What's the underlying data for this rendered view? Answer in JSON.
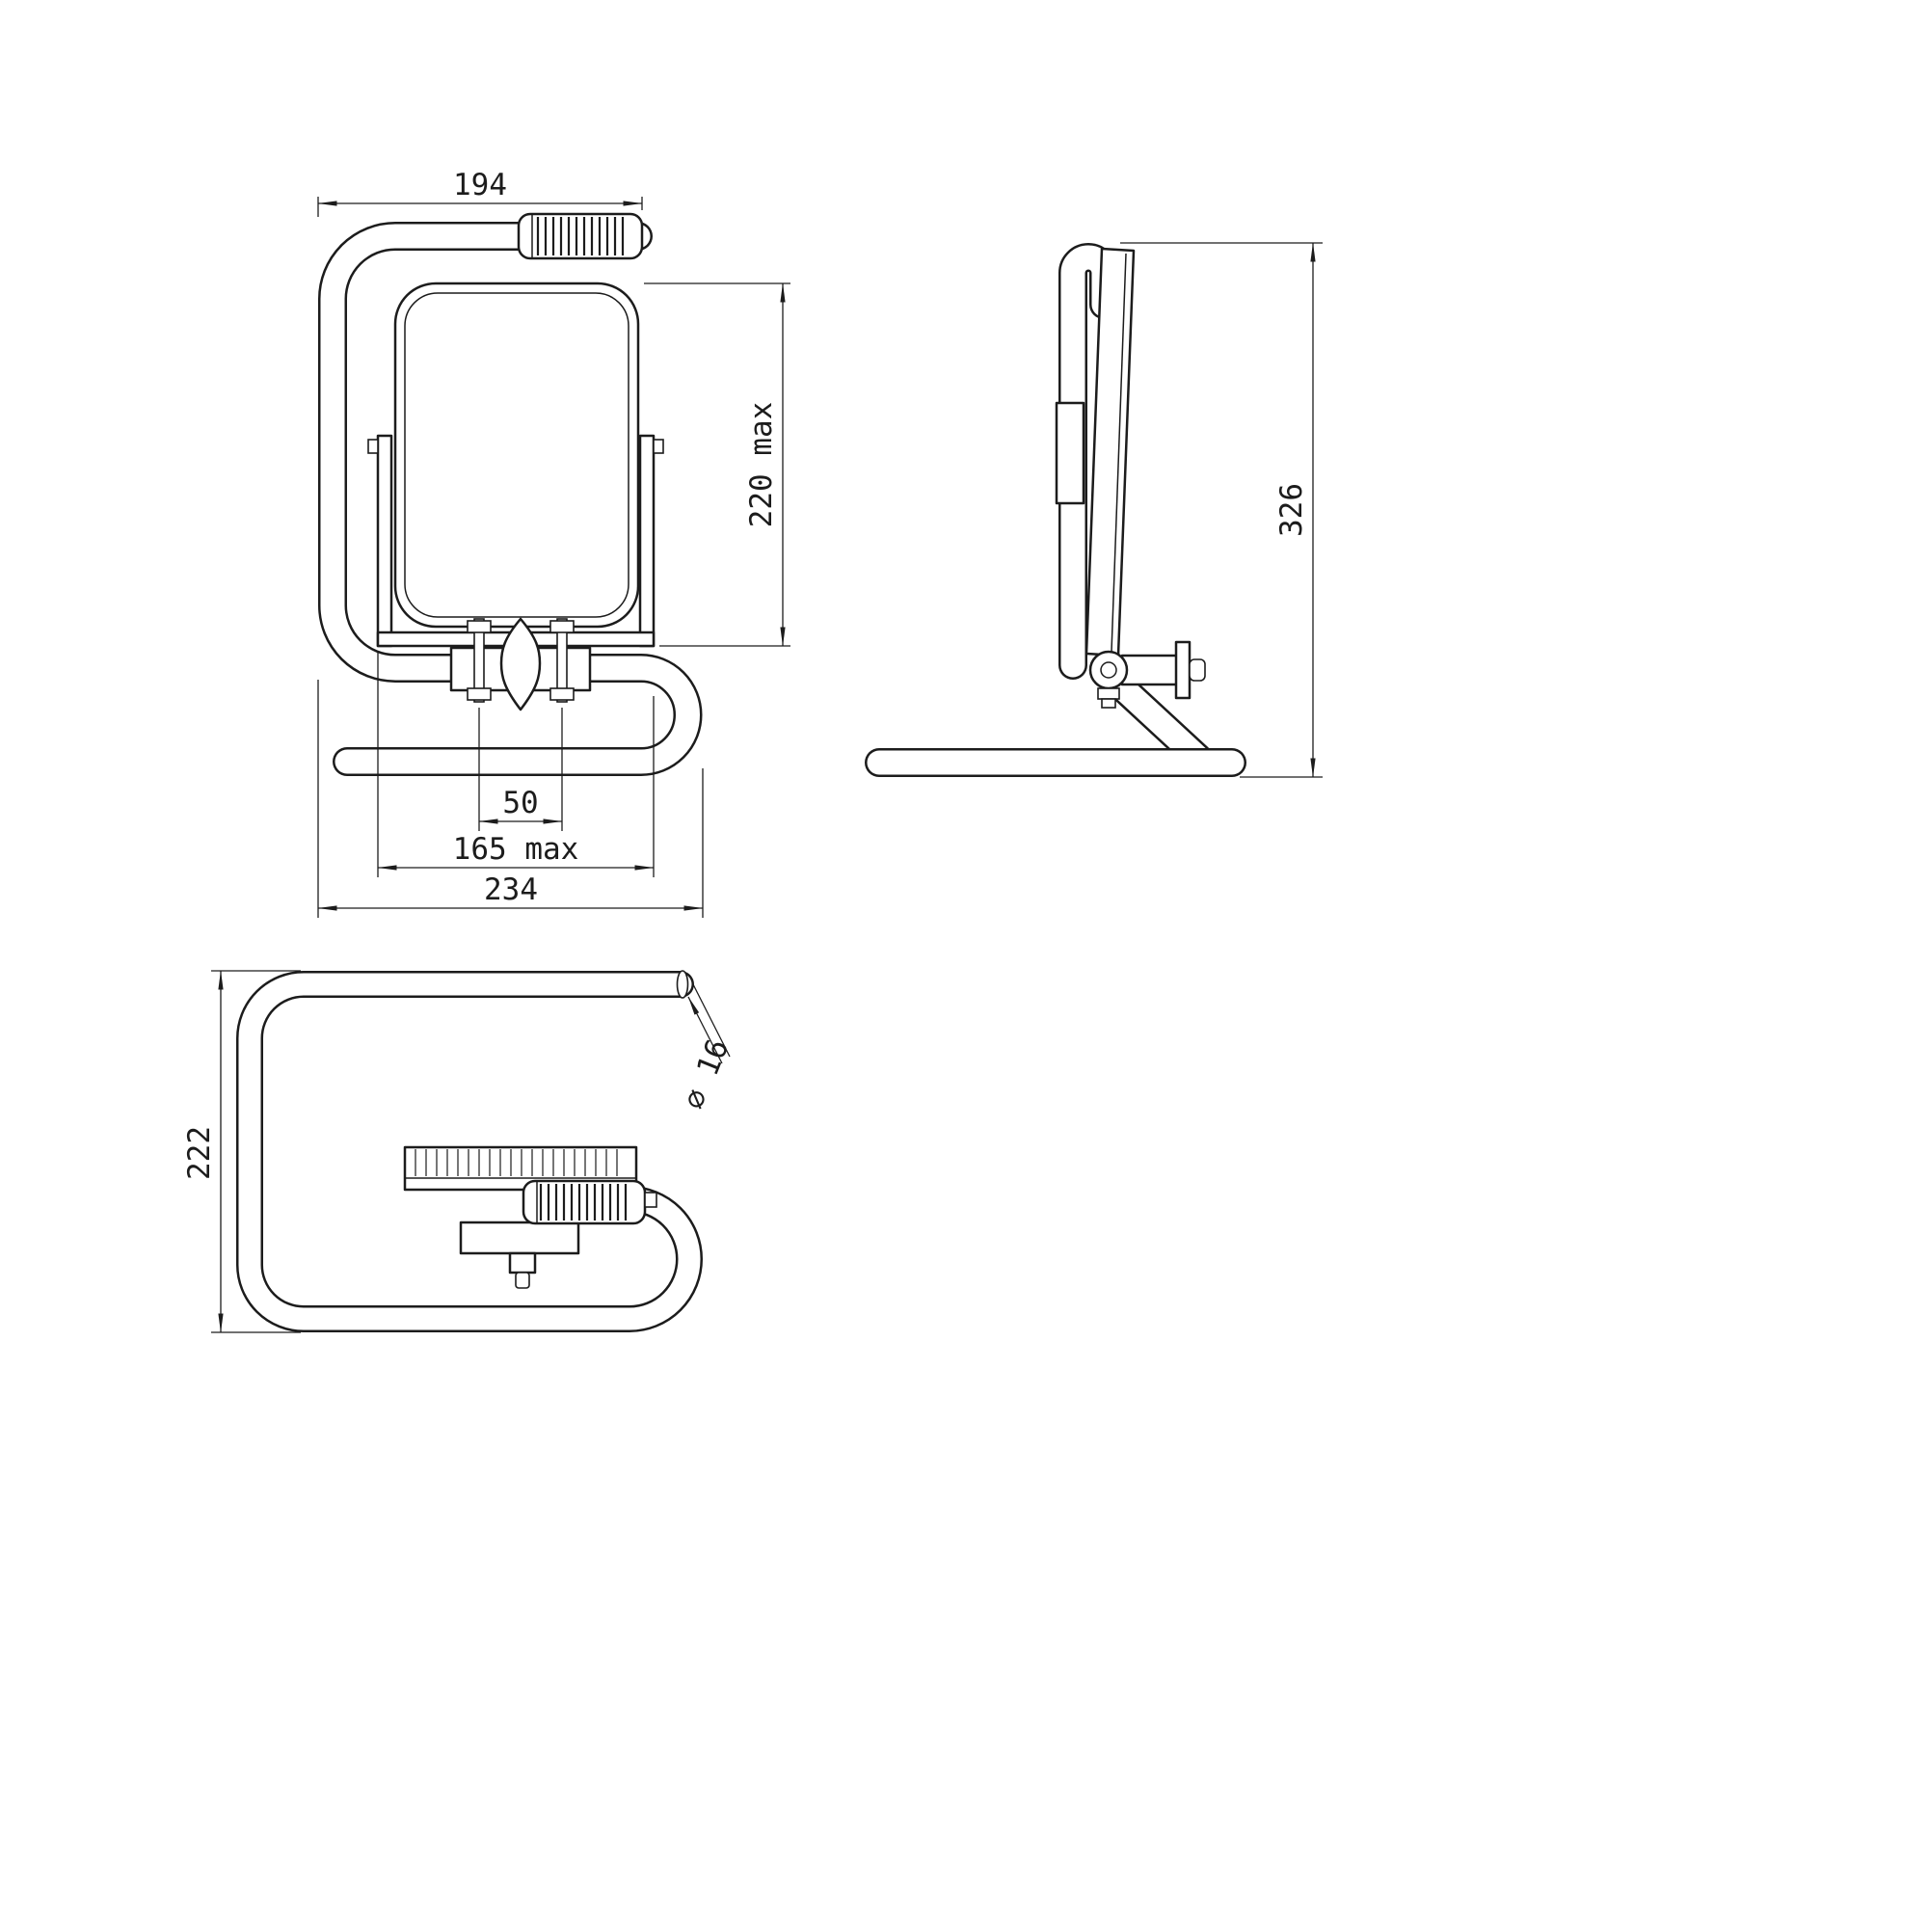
{
  "colors": {
    "line": "#1c1c1c",
    "background": "#ffffff"
  },
  "dims": {
    "front": {
      "handle_width": "194",
      "lamp_height": "220 max",
      "bolt_spacing": "50",
      "bracket_width": "165 max",
      "overall_width": "234"
    },
    "side": {
      "overall_height": "326"
    },
    "top": {
      "depth": "222",
      "tube_diameter": "⌀ 16"
    }
  }
}
